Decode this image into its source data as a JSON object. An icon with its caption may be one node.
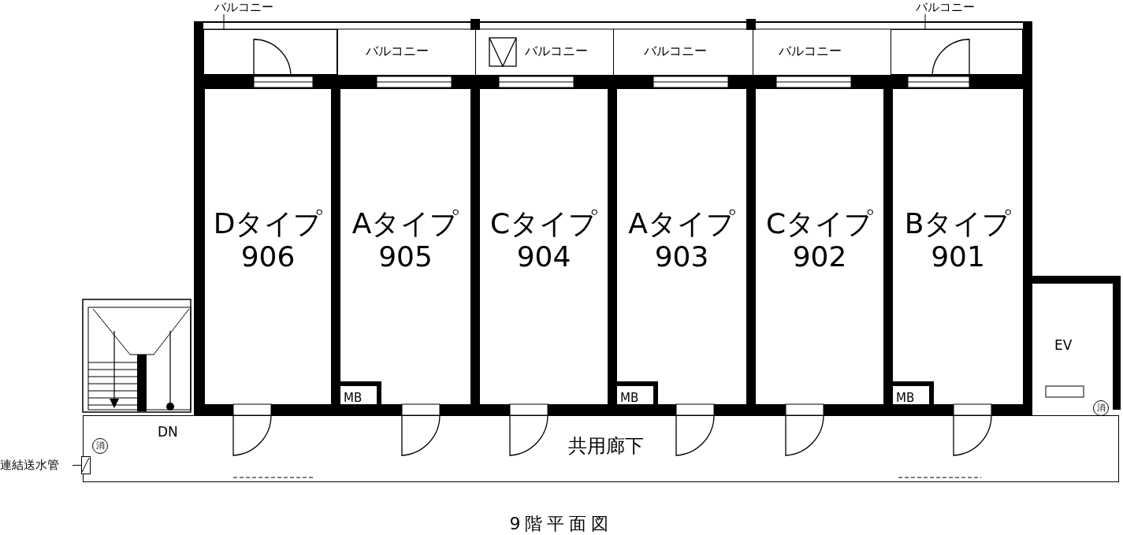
{
  "diagram": {
    "caption": "9階平面図",
    "nodes": [
      {
        "text": [
          "バルコニー"
        ]
      },
      {
        "text": [],
        "shape": "box"
      },
      {
        "text": [
          "バルコニー"
        ]
      },
      {
        "text": [
          "バルコニー"
        ]
      },
      {
        "text": [
          "バルコニー"
        ]
      },
      {
        "text": [
          "バルコニー"
        ]
      },
      {
        "text": [],
        "shape": "box"
      },
      {
        "text": [
          "バルコニー"
        ]
      },
      {
        "text": [
          "Dタイプ",
          "906"
        ]
      },
      {
        "text": [
          "Aタイプ",
          "905"
        ]
      },
      {
        "text": [
          "Cタイプ",
          "904"
        ]
      },
      {
        "text": [
          "Aタイプ",
          "903"
        ]
      },
      {
        "text": [
          "Cタイプ",
          "902"
        ]
      },
      {
        "text": [
          "Bタイプ",
          "901"
        ]
      },
      {
        "text": [
          "EV"
        ]
      },
      {
        "text": [
          "MB"
        ],
        "in": 9
      },
      {
        "text": [
          "MB"
        ],
        "in": 11
      },
      {
        "text": [
          "MB"
        ],
        "in": 13
      },
      {
        "text": [
          "共用廊下"
        ]
      },
      {
        "text": [
          "連結送水管"
        ]
      },
      {
        "text": [],
        "shape": "box",
        "in": 18
      }
    ],
    "edges": [
      {
        "from": 0,
        "to": 1,
        "arrow": "none"
      },
      {
        "from": 7,
        "to": 6,
        "arrow": "none"
      },
      {
        "from": 19,
        "to": 20,
        "arrow": "none"
      }
    ],
    "labels": [
      "DN",
      "消",
      "消"
    ]
  }
}
